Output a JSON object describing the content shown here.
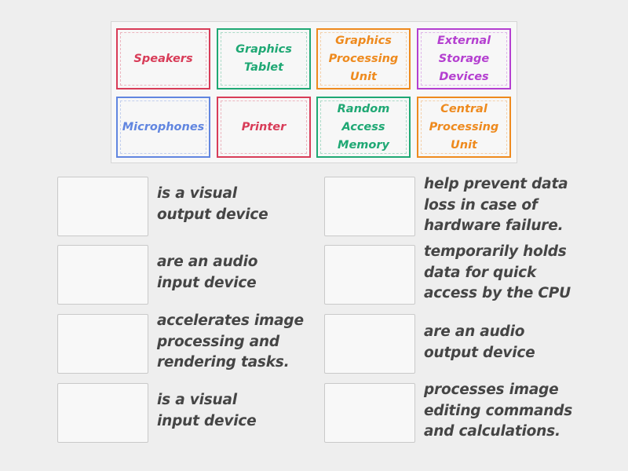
{
  "word_bank": {
    "tiles": [
      {
        "label": "Speakers",
        "color": "#d83c58"
      },
      {
        "label": "Graphics\nTablet",
        "color": "#1fa874"
      },
      {
        "label": "Graphics\nProcessing\nUnit",
        "color": "#ee8a1e"
      },
      {
        "label": "External\nStorage\nDevices",
        "color": "#b43fd0"
      },
      {
        "label": "Microphones",
        "color": "#6186e0"
      },
      {
        "label": "Printer",
        "color": "#d83c58"
      },
      {
        "label": "Random\nAccess\nMemory",
        "color": "#1fa874"
      },
      {
        "label": "Central\nProcessing\nUnit",
        "color": "#ee8a1e"
      }
    ]
  },
  "match_rows": {
    "left": [
      {
        "text": "is a visual\noutput device"
      },
      {
        "text": "are an audio\ninput device"
      },
      {
        "text": "accelerates image\nprocessing and\nrendering tasks."
      },
      {
        "text": "is a visual\ninput device"
      }
    ],
    "right": [
      {
        "text": "help prevent data\nloss in case of\nhardware failure."
      },
      {
        "text": "temporarily holds\ndata for quick\naccess by the CPU"
      },
      {
        "text": "are an audio\noutput device"
      },
      {
        "text": "processes image\nediting commands\nand calculations."
      }
    ]
  }
}
